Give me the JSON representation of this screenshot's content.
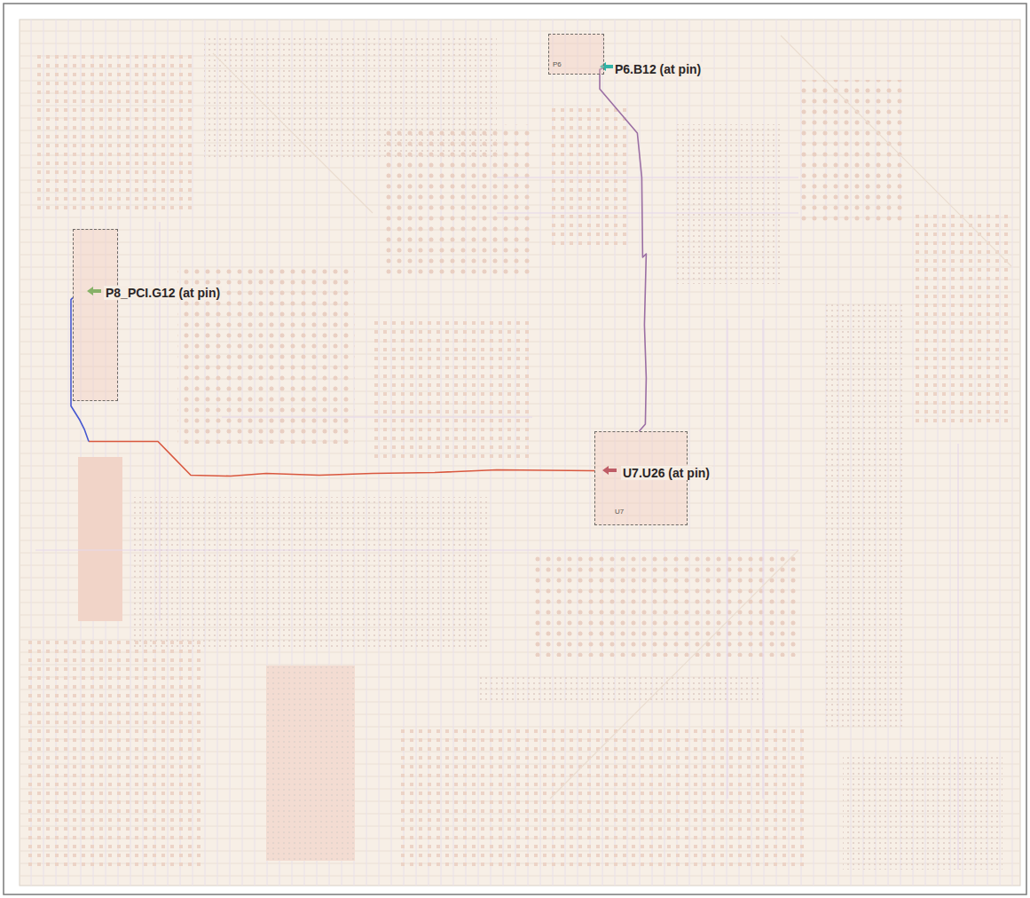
{
  "diagram": {
    "nodes": [
      {
        "text": [
          "P6",
          "P6.B12 (at pin)"
        ]
      },
      {
        "text": [
          "P8_PCI.G12 (at pin)"
        ]
      },
      {
        "text": [
          "U7.U26 (at pin)",
          "U7"
        ]
      }
    ],
    "edges": [
      {
        "from": 2,
        "to": 0,
        "arrow": "none"
      },
      {
        "from": 2,
        "to": 1,
        "arrow": "none"
      }
    ]
  }
}
